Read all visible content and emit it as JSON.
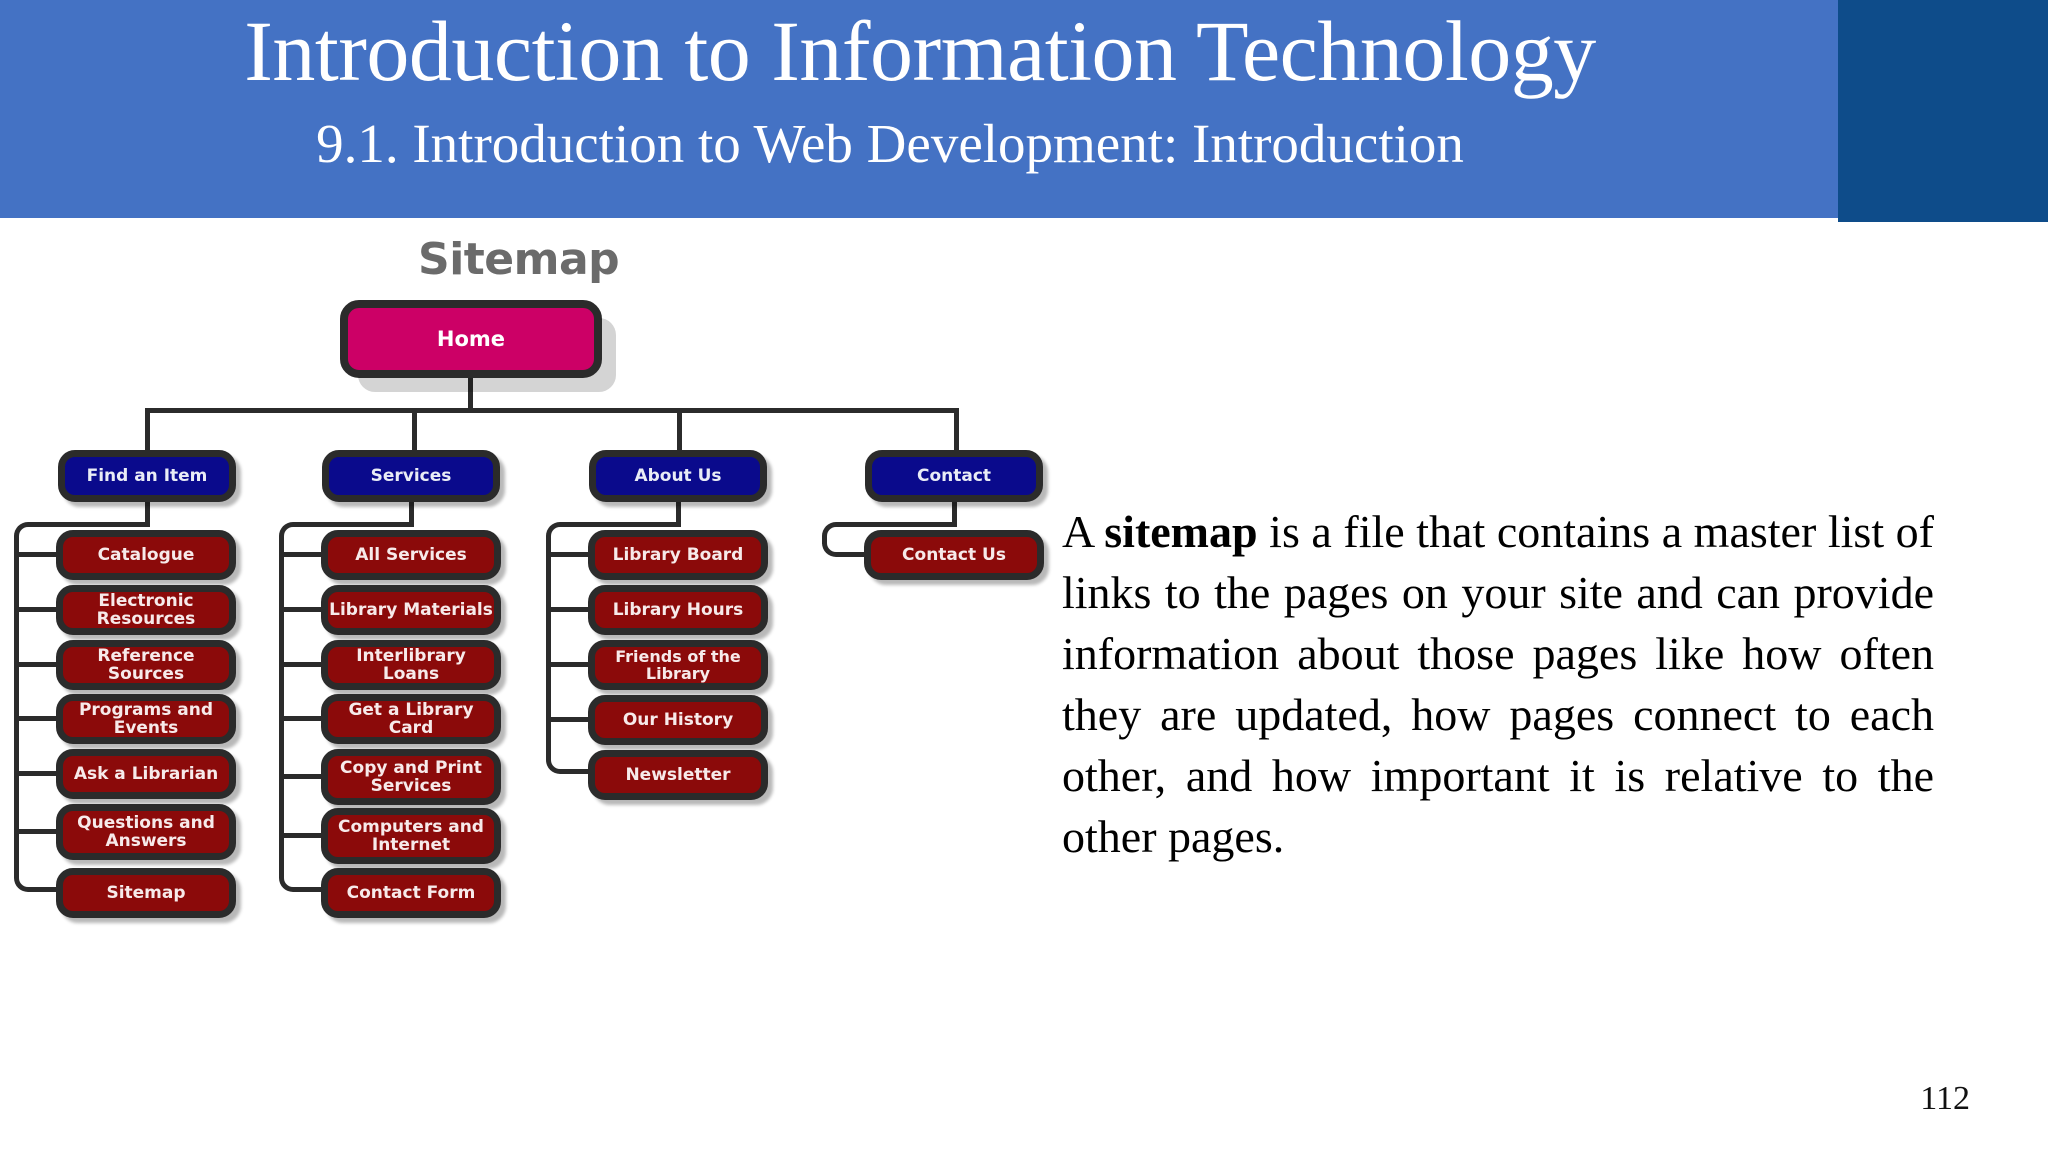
{
  "header": {
    "title": "Introduction to Information Technology",
    "subtitle": "9.1. Introduction to Web Development: Introduction",
    "band_color": "#4472C4",
    "logo_panel_color": "#0E4C8A",
    "logo_name": "ring-of-books-logo"
  },
  "figure": {
    "caption": "Sitemap",
    "caption_color": "#6b6b6b",
    "root_color": "#CC0066",
    "level2_color": "#0A0A8C",
    "level3_color": "#8B0A0A",
    "connector_color": "#2b2b2b",
    "root": {
      "label": "Home"
    },
    "branches": [
      {
        "label": "Find an Item",
        "children": [
          "Catalogue",
          "Electronic Resources",
          "Reference Sources",
          "Programs and Events",
          "Ask a Librarian",
          "Questions and Answers",
          "Sitemap"
        ]
      },
      {
        "label": "Services",
        "children": [
          "All Services",
          "Library Materials",
          "Interlibrary Loans",
          "Get a Library Card",
          "Copy and Print Services",
          "Computers and Internet",
          "Contact Form"
        ]
      },
      {
        "label": "About Us",
        "children": [
          "Library Board",
          "Library Hours",
          "Friends of the Library",
          "Our History",
          "Newsletter"
        ]
      },
      {
        "label": "Contact",
        "children": [
          "Contact Us"
        ]
      }
    ]
  },
  "body": {
    "lead": "A ",
    "term": "sitemap",
    "rest": " is a file that contains a master list of links to the pages on your site and can provide information about those pages like how often they are updated, how pages connect to each other, and how important it is relative to the other pages."
  },
  "footer": {
    "page_number": "112"
  }
}
